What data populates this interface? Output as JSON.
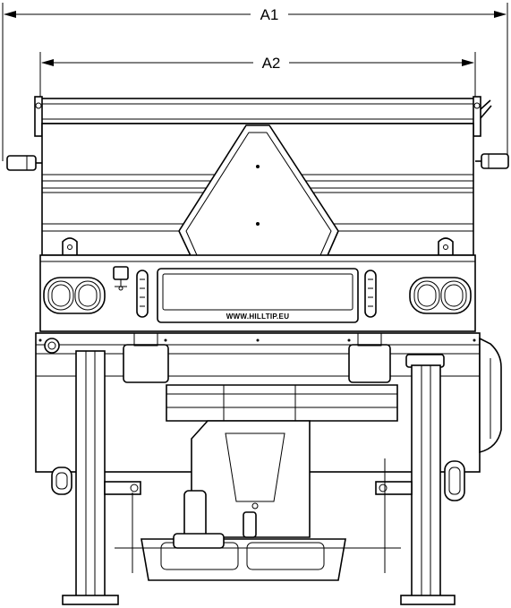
{
  "dimensions": {
    "a1_label": "A1",
    "a2_label": "A2"
  },
  "plate": {
    "text": "WWW.HILLTIP.EU"
  },
  "colors": {
    "line": "#000000",
    "background": "#ffffff"
  }
}
